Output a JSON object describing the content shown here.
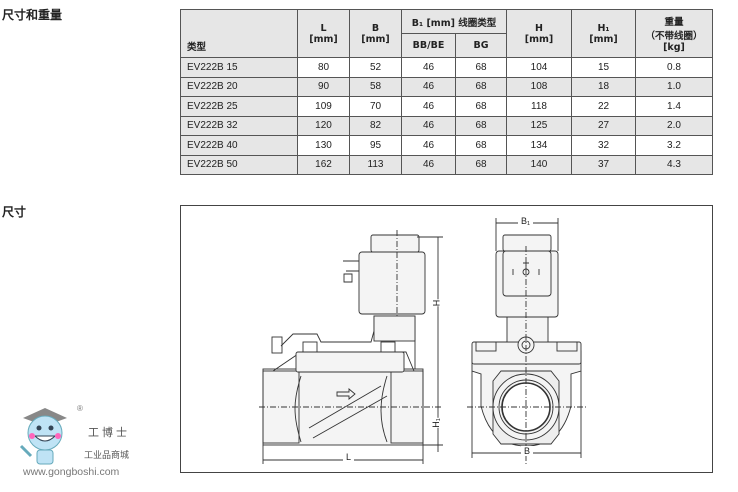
{
  "sections": {
    "dimensions_weight": "尺寸和重量",
    "dimensions": "尺寸"
  },
  "table": {
    "headers": {
      "type": "类型",
      "L": "L",
      "L_unit": "[mm]",
      "B": "B",
      "B_unit": "[mm]",
      "B1_group": "B₁ [mm] 线圈类型",
      "BBBE": "BB/BE",
      "BG": "BG",
      "H": "H",
      "H_unit": "[mm]",
      "H1": "H₁",
      "H1_unit": "[mm]",
      "weight": "重量",
      "weight_note": "（不带线圈）",
      "weight_unit": "[kg]"
    },
    "rows": [
      {
        "type": "EV222B 15",
        "L": "80",
        "B": "52",
        "BBBE": "46",
        "BG": "68",
        "H": "104",
        "H1": "15",
        "kg": "0.8"
      },
      {
        "type": "EV222B 20",
        "L": "90",
        "B": "58",
        "BBBE": "46",
        "BG": "68",
        "H": "108",
        "H1": "18",
        "kg": "1.0"
      },
      {
        "type": "EV222B 25",
        "L": "109",
        "B": "70",
        "BBBE": "46",
        "BG": "68",
        "H": "118",
        "H1": "22",
        "kg": "1.4"
      },
      {
        "type": "EV222B 32",
        "L": "120",
        "B": "82",
        "BBBE": "46",
        "BG": "68",
        "H": "125",
        "H1": "27",
        "kg": "2.0"
      },
      {
        "type": "EV222B 40",
        "L": "130",
        "B": "95",
        "BBBE": "46",
        "BG": "68",
        "H": "134",
        "H1": "32",
        "kg": "3.2"
      },
      {
        "type": "EV222B 50",
        "L": "162",
        "B": "113",
        "BBBE": "46",
        "BG": "68",
        "H": "140",
        "H1": "37",
        "kg": "4.3"
      }
    ]
  },
  "drawing": {
    "L": "L",
    "H": "H",
    "H1": "H₁",
    "B": "B",
    "B1": "B₁"
  },
  "watermark": {
    "reg": "®",
    "brand": "工博士",
    "sub": "工业品商城",
    "url": "www.gongboshi.com"
  }
}
